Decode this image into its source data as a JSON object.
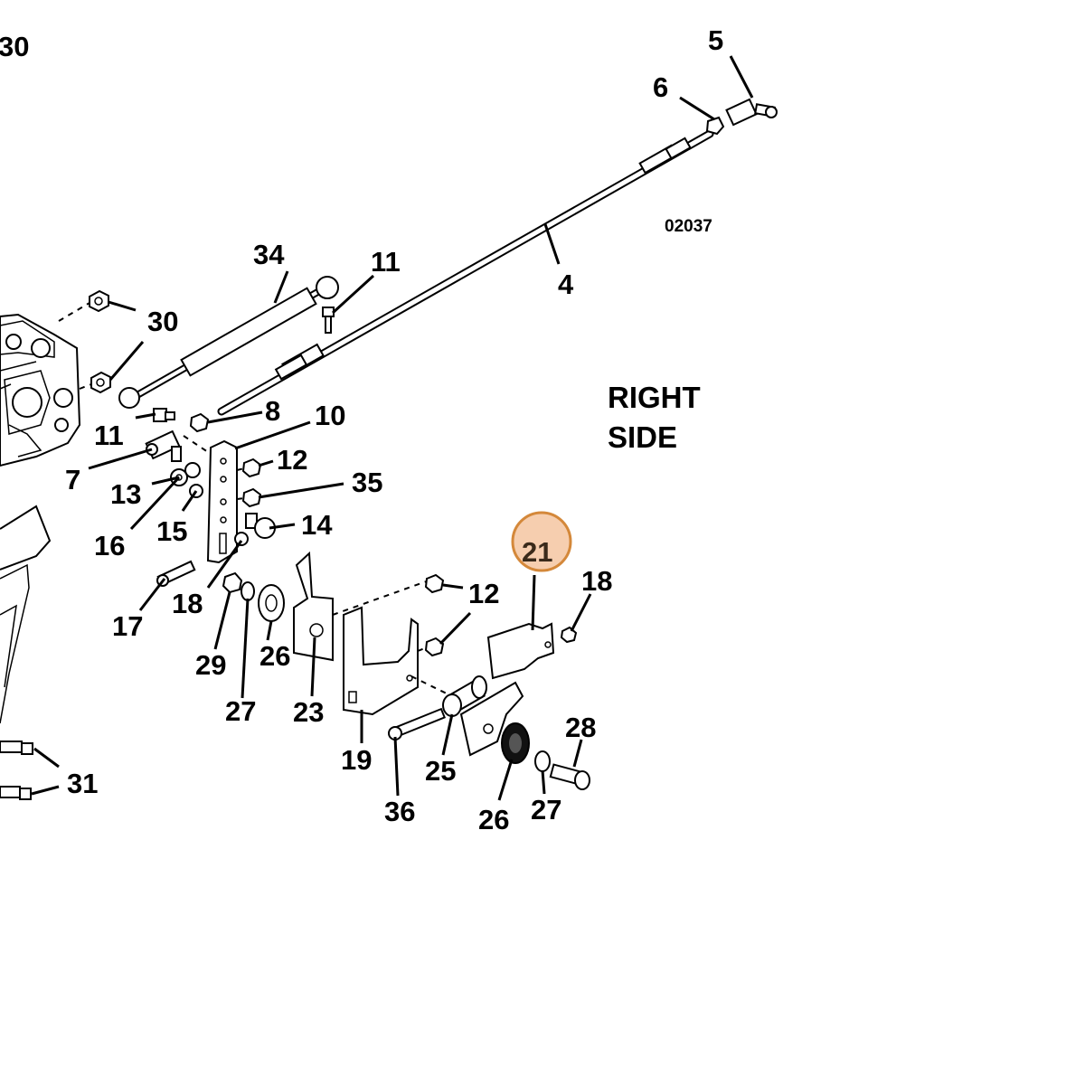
{
  "diagram": {
    "code": "02037",
    "side_label_line1": "RIGHT",
    "side_label_line2": "SIDE",
    "highlight_color": "#f5c9a6",
    "highlight_border": "#d4883a",
    "callouts": {
      "c30_top": "30",
      "c5": "5",
      "c6": "6",
      "c4": "4",
      "c34": "34",
      "c11_top": "11",
      "c30": "30",
      "c8": "8",
      "c10": "10",
      "c11": "11",
      "c7": "7",
      "c12": "12",
      "c35": "35",
      "c13": "13",
      "c16": "16",
      "c15": "15",
      "c14": "14",
      "c17": "17",
      "c18_left": "18",
      "c29": "29",
      "c27_left": "27",
      "c26_left": "26",
      "c23": "23",
      "c12_right": "12",
      "c21": "21",
      "c18_right": "18",
      "c19": "19",
      "c25": "25",
      "c36": "36",
      "c26_right": "26",
      "c27_right": "27",
      "c28": "28",
      "c31": "31"
    }
  }
}
